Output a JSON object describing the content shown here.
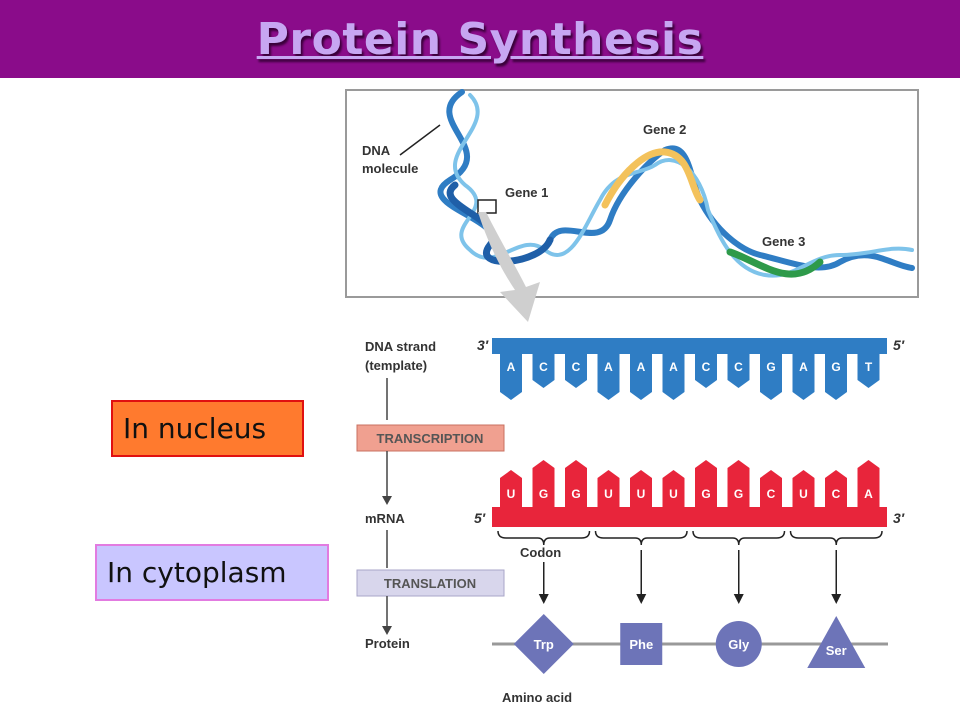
{
  "title": "Protein Synthesis",
  "labels": {
    "in_nucleus": "In nucleus",
    "in_cytoplasm": "In cytoplasm"
  },
  "diagram": {
    "dna_molecule_line1": "DNA",
    "dna_molecule_line2": "molecule",
    "gene1": "Gene 1",
    "gene2": "Gene 2",
    "gene3": "Gene 3",
    "dna_strand_line1": "DNA strand",
    "dna_strand_line2": "(template)",
    "transcription": "TRANSCRIPTION",
    "mrna": "mRNA",
    "translation": "TRANSLATION",
    "protein": "Protein",
    "codon": "Codon",
    "amino_acid": "Amino acid",
    "three_prime": "3′",
    "five_prime": "5′",
    "dna_bases": [
      "A",
      "C",
      "C",
      "A",
      "A",
      "A",
      "C",
      "C",
      "G",
      "A",
      "G",
      "T"
    ],
    "mrna_bases": [
      "U",
      "G",
      "G",
      "U",
      "U",
      "U",
      "G",
      "G",
      "C",
      "U",
      "C",
      "A"
    ],
    "amino_acids": [
      "Trp",
      "Phe",
      "Gly",
      "Ser"
    ]
  },
  "colors": {
    "title_bar": "#8a0c8a",
    "title_text": "#c7a6f2",
    "dna_blue": "#2f7dc4",
    "mrna_red": "#e8253b",
    "amino_purple": "#6d74b8",
    "transcription_box": "#f0a090",
    "translation_box": "#d8d6ec",
    "gene2_yellow": "#f3c25c",
    "gene3_green": "#2e9a4a"
  }
}
